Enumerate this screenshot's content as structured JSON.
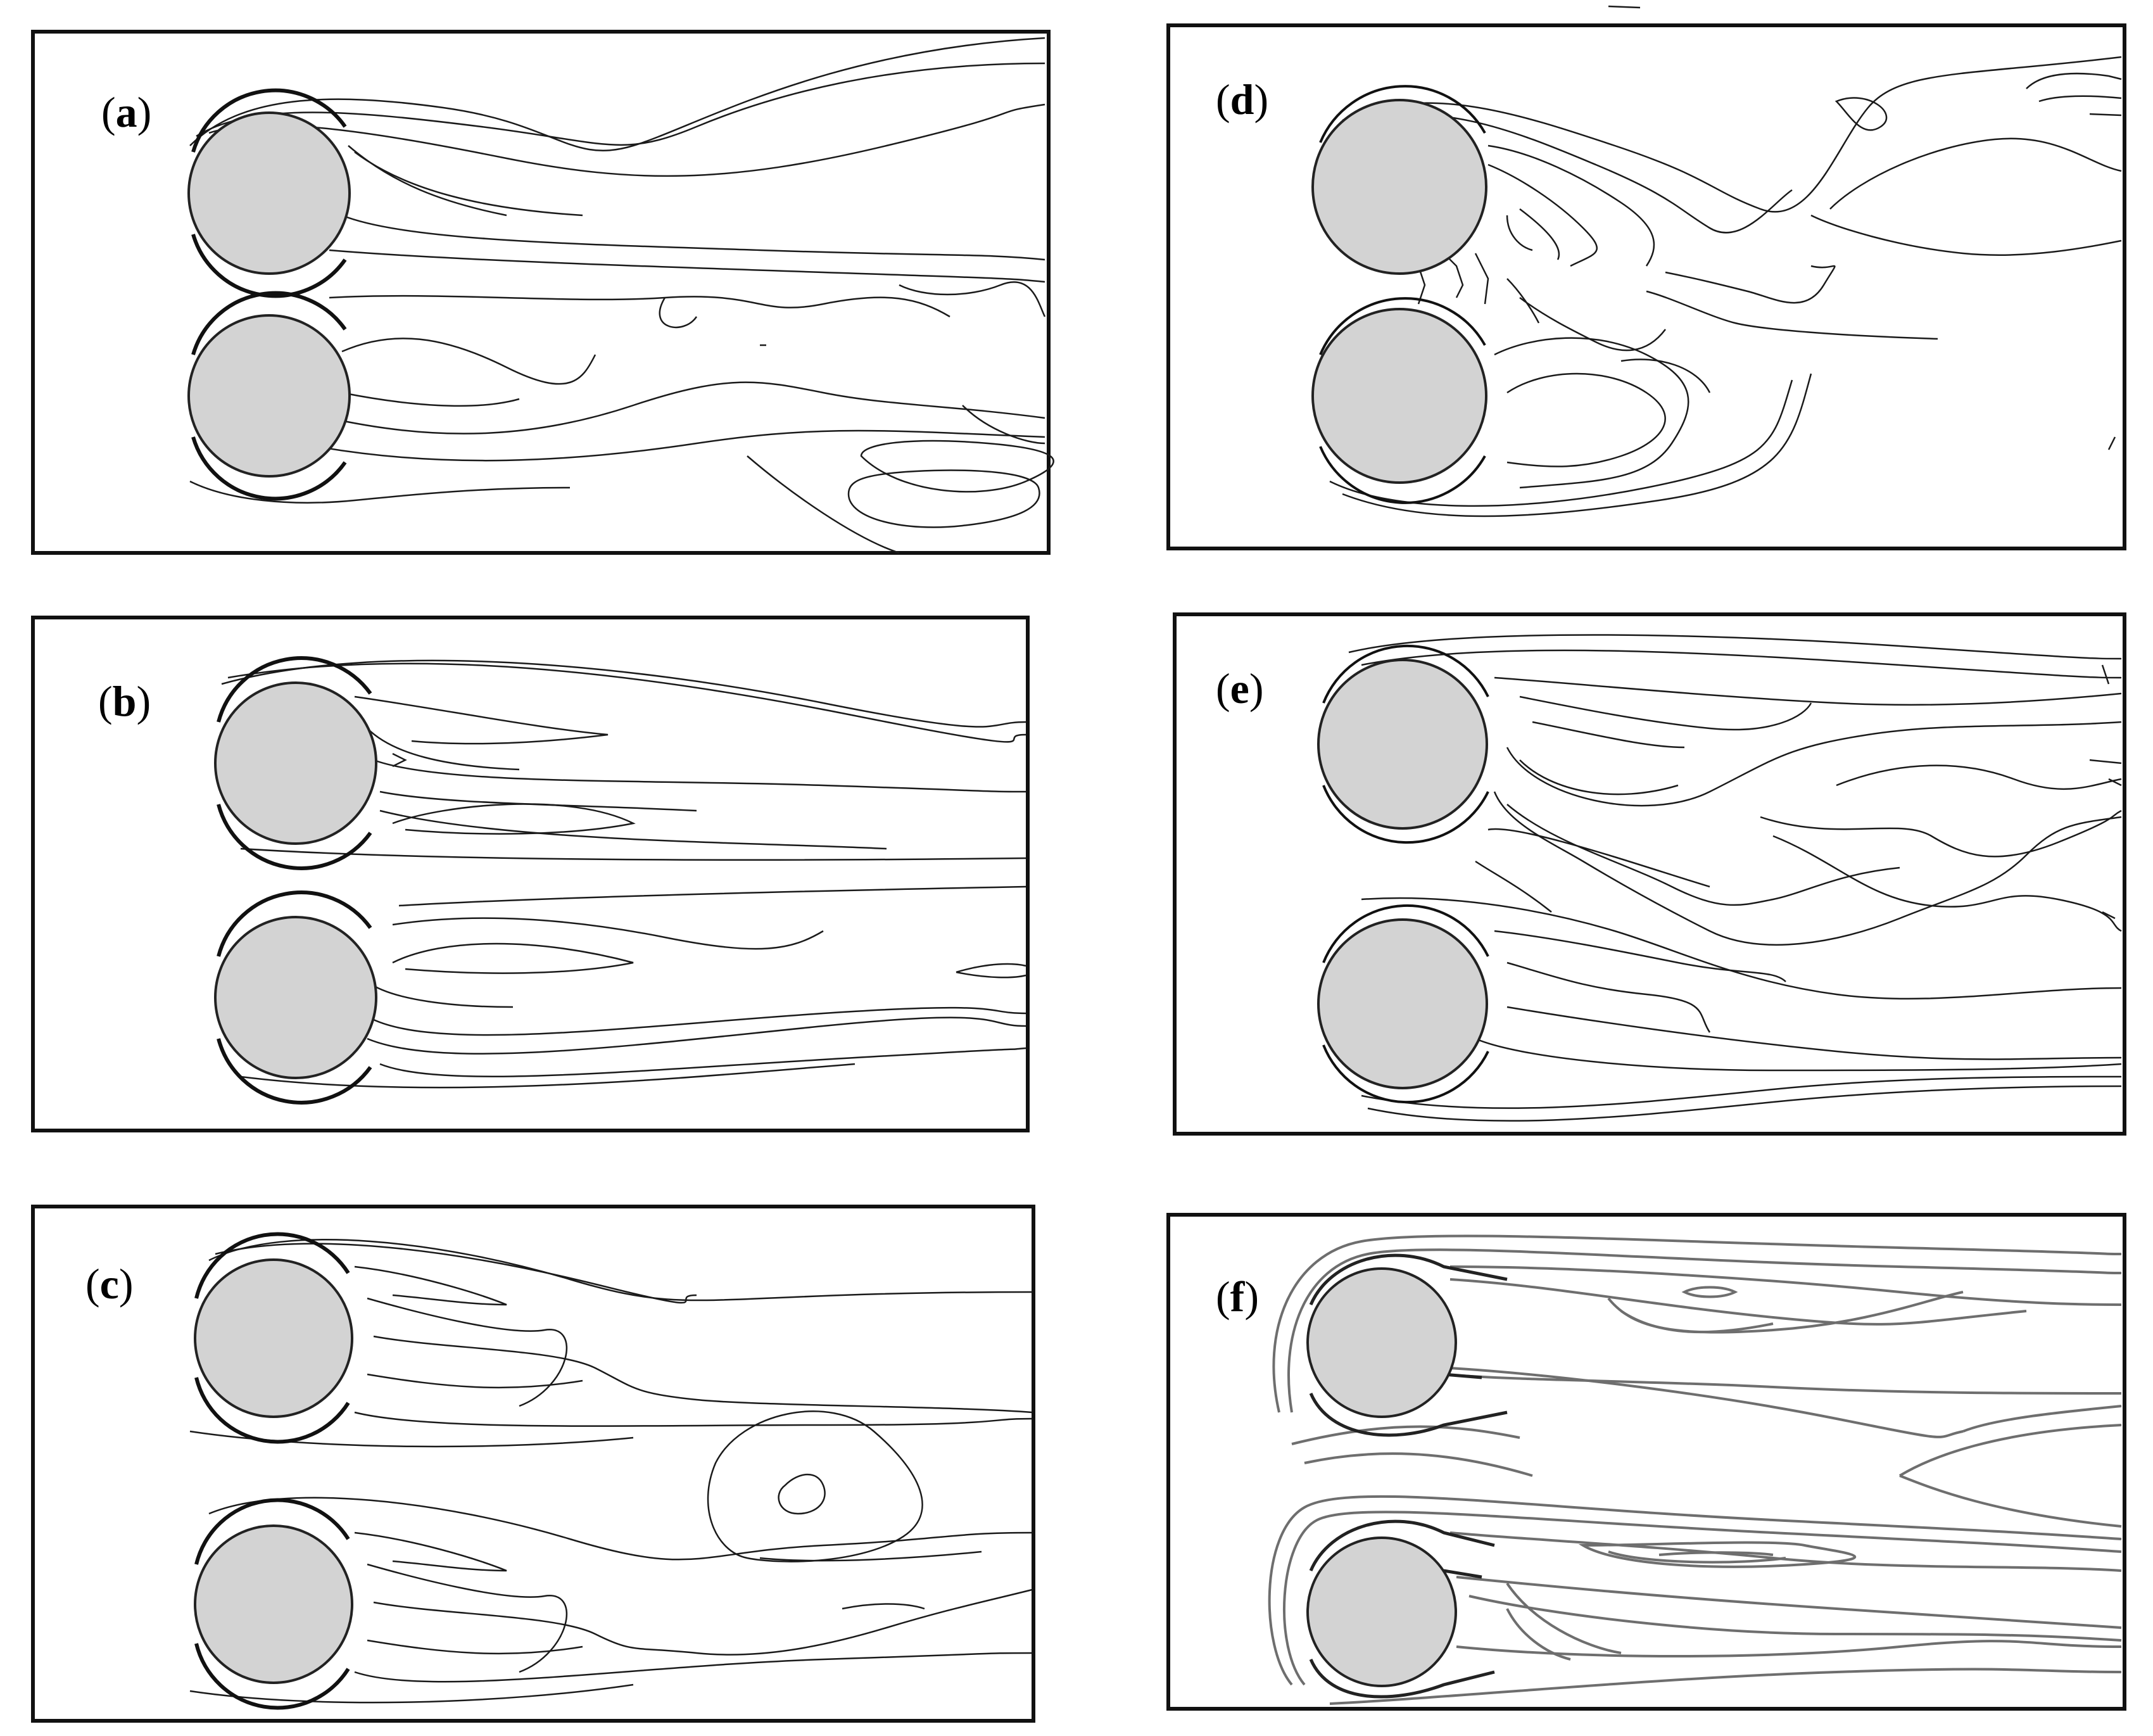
{
  "figure": {
    "colors": {
      "background": "#ffffff",
      "frame": "#111111",
      "contour_dark": "#1a1a1a",
      "contour_gray": "#6e6e6e",
      "cylinder_fill": "#d3d3d3",
      "cylinder_edge": "#222222"
    },
    "panels": [
      {
        "id": "a",
        "letter": "a",
        "open": "(",
        "close": ")",
        "contour_style": "dark",
        "spacing": "close"
      },
      {
        "id": "b",
        "letter": "b",
        "open": "(",
        "close": ")",
        "contour_style": "dark",
        "spacing": "wide"
      },
      {
        "id": "c",
        "letter": "c",
        "open": "(",
        "close": ")",
        "contour_style": "dark",
        "spacing": "wide"
      },
      {
        "id": "d",
        "letter": "d",
        "open": "(",
        "close": ")",
        "contour_style": "dark",
        "spacing": "close"
      },
      {
        "id": "e",
        "letter": "e",
        "open": "(",
        "close": ")",
        "contour_style": "dark",
        "spacing": "wide"
      },
      {
        "id": "f",
        "letter": "f",
        "open": "(",
        "close": ")",
        "contour_style": "gray",
        "spacing": "wide"
      }
    ]
  }
}
